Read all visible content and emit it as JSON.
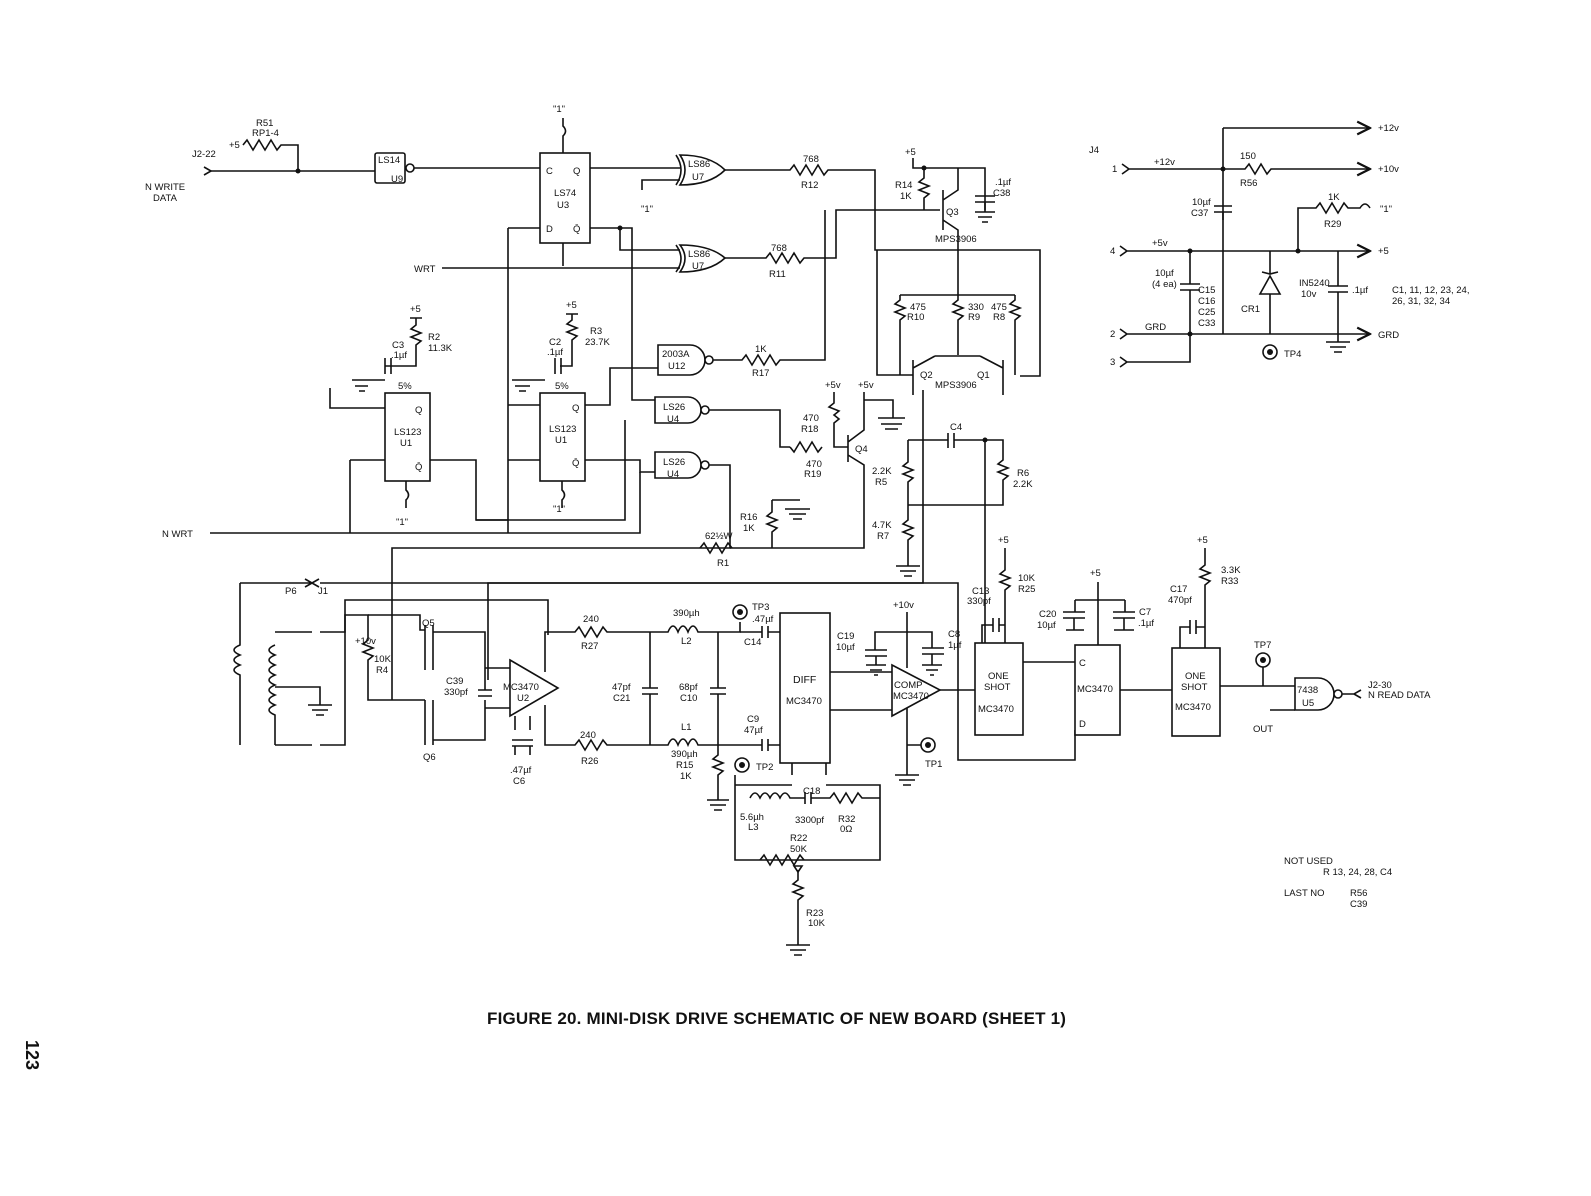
{
  "caption": "FIGURE 20.  MINI-DISK DRIVE SCHEMATIC OF NEW BOARD  (SHEET 1)",
  "page_number": "123",
  "notes": {
    "not_used_title": "NOT USED",
    "not_used_items": "R 13, 24, 28, C4",
    "last_no_title": "LAST NO",
    "last_no_r": "R56",
    "last_no_c": "C39"
  },
  "bypass_note": {
    "line1": "C1, 11, 12, 23, 24,",
    "line2": "26, 31, 32, 34"
  },
  "signals": {
    "j2_22": "J2-22",
    "n_write": "N WRITE",
    "data": "DATA",
    "wrt": "WRT",
    "n_wrt": "N WRT",
    "j2_30": "J2-30",
    "n_read_data": "N READ DATA",
    "out": "OUT",
    "grd": "GRD",
    "one_q": "\"1\"",
    "plus5": "+5",
    "plus5v": "+5v",
    "plus10v": "+10v",
    "plus12v": "+12v"
  },
  "power": {
    "j4": "J4",
    "pin1": "1",
    "pin2": "2",
    "pin3": "3",
    "pin4": "4",
    "out12": "+12v",
    "out10": "+10v",
    "out5": "+5",
    "r56_val": "150",
    "r56": "R56",
    "r29_val": "1K",
    "r29": "R29",
    "c37_val": "10µf",
    "c37": "C37",
    "c15_val": "10µf",
    "c15_ea": "(4 ea)",
    "c15": "C15",
    "c16": "C16",
    "c25": "C25",
    "c33": "C33",
    "cr1": "CR1",
    "cr1_part": "IN5240",
    "cr1_val": "10v",
    "cap1": ".1µf",
    "tp4": "TP4"
  },
  "parts": {
    "r51": "R51",
    "rp14": "RP1-4",
    "u9_type": "LS14",
    "u9": "U9",
    "u3_type": "LS74",
    "u3": "U3",
    "u7_type": "LS86",
    "u7": "U7",
    "r12_val": "768",
    "r12": "R12",
    "r11_val": "768",
    "r11": "R11",
    "r14": "R14",
    "r14_val": "1K",
    "c38_val": ".1µf",
    "c38": "C38",
    "q3": "Q3",
    "q3_part": "MPS3906",
    "r2": "R2",
    "r2_val": "11.3K",
    "c3": "C3",
    "c3_val": ".1µf",
    "r3": "R3",
    "r3_val": "23.7K",
    "c2": "C2",
    "c2_val": ".1µf",
    "pct5": "5%",
    "u1_type": "LS123",
    "u1": "U1",
    "u12_type": "2003A",
    "u12": "U12",
    "r17_val": "1K",
    "r17": "R17",
    "u4_type": "LS26",
    "u4": "U4",
    "r18_val": "470",
    "r18": "R18",
    "r19_val": "470",
    "r19": "R19",
    "q4": "Q4",
    "r10_val": "475",
    "r10": "R10",
    "r9_val": "330",
    "r9": "R9",
    "r8_val": "475",
    "r8": "R8",
    "q1": "Q1",
    "q2": "Q2",
    "q12_part": "MPS3906",
    "c4": "C4",
    "r5_val": "2.2K",
    "r5": "R5",
    "r6": "R6",
    "r6_val": "2.2K",
    "r7_val": "4.7K",
    "r7": "R7",
    "r16": "R16",
    "r16_val": "1K",
    "r1_val": "62½W",
    "r1": "R1",
    "p6": "P6",
    "j1": "J1",
    "r4_val": "10K",
    "r4": "R4",
    "q5": "Q5",
    "q6": "Q6",
    "c39": "C39",
    "c39_val": "330pf",
    "u2_type": "MC3470",
    "u2": "U2",
    "c6_val": ".47µf",
    "c6": "C6",
    "r27_val": "240",
    "r27": "R27",
    "r26_val": "240",
    "r26": "R26",
    "l2_val": "390µh",
    "l2": "L2",
    "l1": "L1",
    "l1_val": "390µh",
    "c21_val": "47pf",
    "c21": "C21",
    "c10_val": "68pf",
    "c10": "C10",
    "tp3": "TP3",
    "c14_val": ".47µf",
    "c14": "C14",
    "c9": "C9",
    "c9_val": "47µf",
    "tp2": "TP2",
    "r15": "R15",
    "r15_val": "1K",
    "diff": "DIFF",
    "diff_part": "MC3470",
    "c19": "C19",
    "c19_val": "10µf",
    "c8": "C8",
    "c8_val": "1µf",
    "comp": "COMP",
    "comp_part": "MC3470",
    "tp1": "TP1",
    "c18": "C18",
    "l3_val": "5.6µh",
    "l3": "L3",
    "c18_val": "3300pf",
    "r32": "R32",
    "r32_val": "0Ω",
    "r22": "R22",
    "r22_val": "50K",
    "r23": "R23",
    "r23_val": "10K",
    "c13": "C13",
    "c13_val": "330pf",
    "r25_val": "10K",
    "r25": "R25",
    "one_shot1": "ONE",
    "one_shot2": "SHOT",
    "os_part": "MC3470",
    "c20": "C20",
    "c20_val": "10µf",
    "c7": "C7",
    "c7_val": ".1µf",
    "c17": "C17",
    "c17_val": "470pf",
    "r33_val": "3.3K",
    "r33": "R33",
    "tp7": "TP7",
    "u5_type": "7438",
    "u5": "U5",
    "ff_c": "C",
    "ff_d": "D",
    "ff_part": "MC3470",
    "pin_c": "C",
    "pin_q": "Q",
    "pin_d": "D",
    "pin_qb": "Q̄"
  }
}
